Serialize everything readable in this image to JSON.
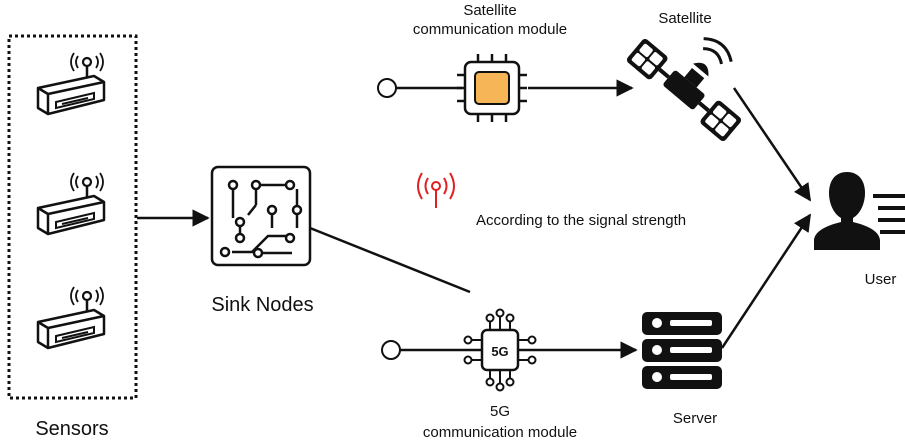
{
  "labels": {
    "sensors": "Sensors",
    "sink_nodes": "Sink Nodes",
    "satellite_module_line1": "Satellite",
    "satellite_module_line2": "communication module",
    "satellite": "Satellite",
    "signal_note": "According to the signal strength",
    "user": "User",
    "fiveg_module_line1": "5G",
    "fiveg_module_line2": "communication module",
    "fiveg_chip": "5G",
    "server": "Server"
  },
  "colors": {
    "stroke": "#111111",
    "chip_orange": "#f6b556",
    "signal_red": "#e02020"
  },
  "icons": [
    "sensor-icon",
    "circuit-board-icon",
    "chip-icon",
    "satellite-icon",
    "signal-antenna-icon",
    "user-icon",
    "5g-chip-icon",
    "server-icon"
  ]
}
